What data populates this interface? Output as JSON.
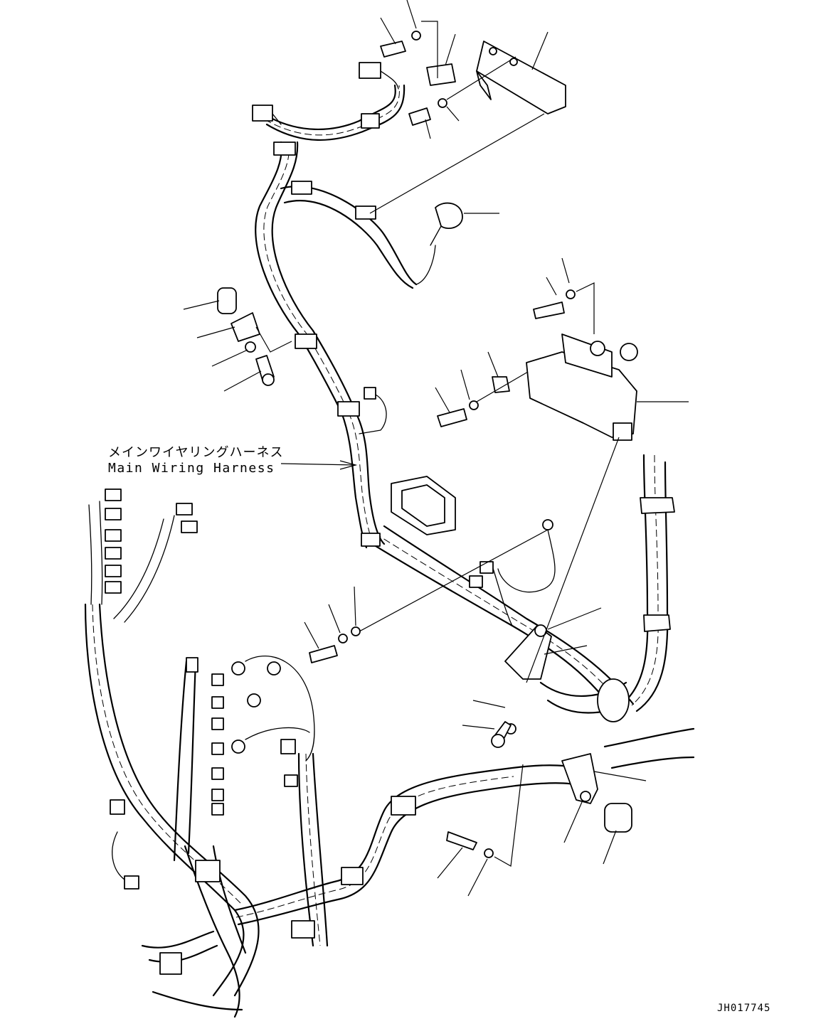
{
  "diagram": {
    "callout_jp": "メインワイヤリングハーネス",
    "callout_en": "Main Wiring Harness",
    "drawing_number": "JH017745"
  }
}
